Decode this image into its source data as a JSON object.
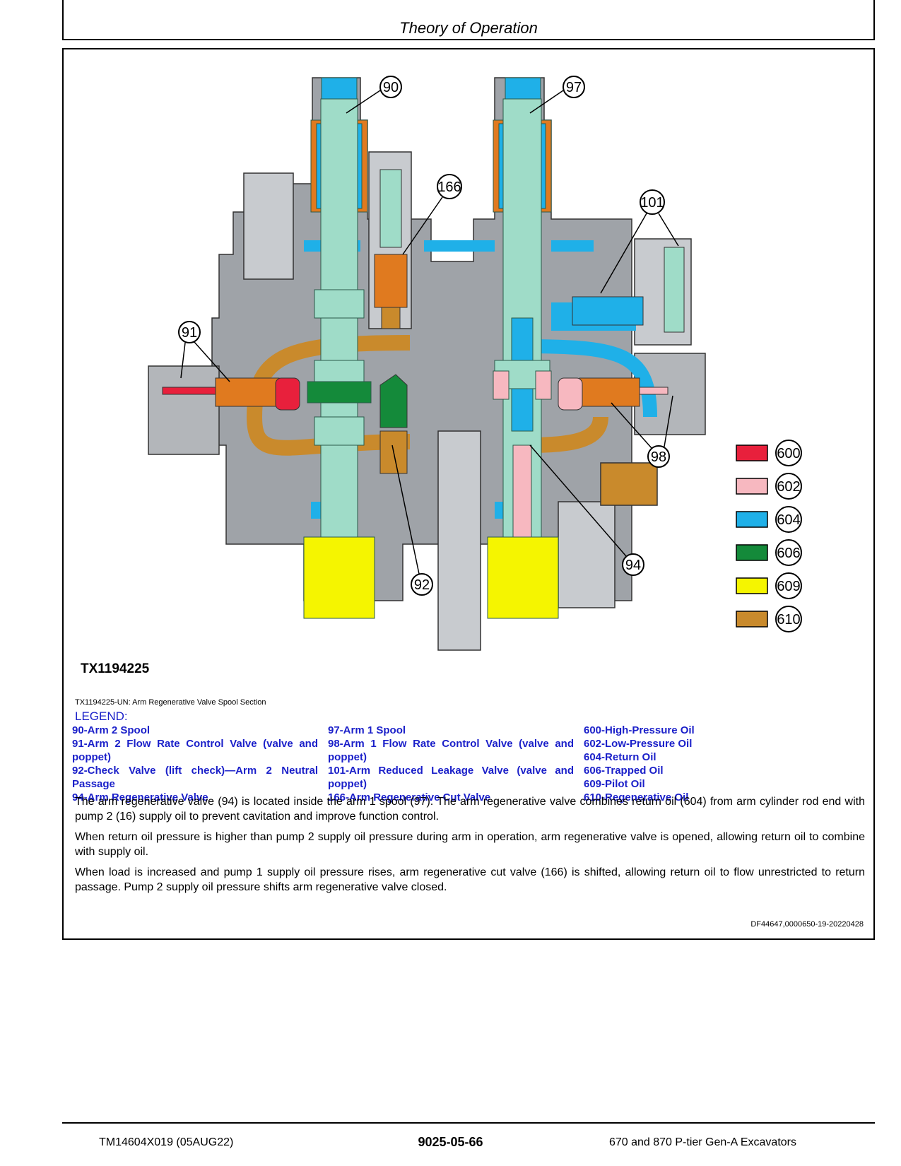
{
  "header": {
    "title": "Theory of Operation"
  },
  "figure": {
    "id": "TX1194225",
    "caption": "TX1194225-UN: Arm Regenerative Valve Spool Section",
    "callouts": [
      "90",
      "97",
      "166",
      "101",
      "91",
      "98",
      "94",
      "92"
    ],
    "swatches": [
      {
        "code": "600",
        "color": "#e8203c"
      },
      {
        "code": "602",
        "color": "#f7b8c0"
      },
      {
        "code": "604",
        "color": "#1fb0e8"
      },
      {
        "code": "606",
        "color": "#148a3a"
      },
      {
        "code": "609",
        "color": "#f5f500"
      },
      {
        "code": "610",
        "color": "#c98a2c"
      }
    ]
  },
  "legend": {
    "title": "LEGEND:",
    "col1": [
      "90-Arm 2 Spool",
      "91-Arm 2 Flow Rate Control Valve (valve and poppet)",
      "92-Check Valve (lift check)—Arm 2 Neutral Passage",
      "94-Arm Regenerative Valve"
    ],
    "col2": [
      "97-Arm 1 Spool",
      "98-Arm 1 Flow Rate Control Valve (valve and poppet)",
      "101-Arm Reduced Leakage Valve (valve and poppet)",
      "166-Arm Regenerative Cut Valve"
    ],
    "col3": [
      "600-High-Pressure Oil",
      "602-Low-Pressure Oil",
      "604-Return Oil",
      "606-Trapped Oil",
      "609-Pilot Oil",
      "610-Regenerative Oil"
    ]
  },
  "body": {
    "p1": "The arm regenerative valve (94) is located inside the arm 1 spool (97). The arm regenerative valve combines return oil (604) from arm cylinder rod end with pump 2 (16) supply oil to prevent cavitation and improve function control.",
    "p2": "When return oil pressure is higher than pump 2 supply oil pressure during arm in operation, arm regenerative valve is opened, allowing return oil to combine with supply oil.",
    "p3": "When load is increased and pump 1 supply oil pressure rises, arm regenerative cut valve (166) is shifted, allowing return oil to flow unrestricted to return passage. Pump 2 supply oil pressure shifts arm regenerative valve closed.",
    "doc_id": "DF44647,0000650-19-20220428"
  },
  "footer": {
    "left": "TM14604X019 (05AUG22)",
    "center": "9025-05-66",
    "right": "670 and 870 P-tier Gen-A Excavators"
  }
}
